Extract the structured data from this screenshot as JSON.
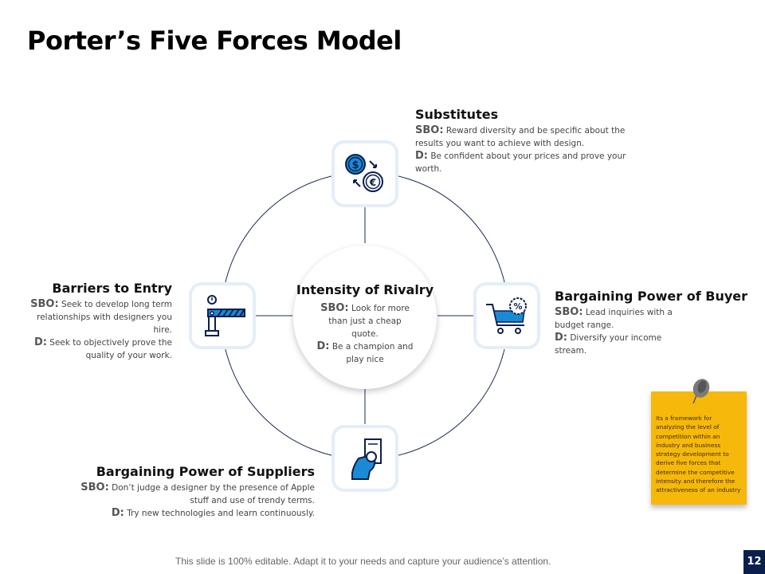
{
  "title": "Porter’s Five Forces Model",
  "colors": {
    "accent": "#1a8ad4",
    "navy": "#0b1f4d",
    "note": "#f7b80c"
  },
  "center": {
    "title": "Intensity of Rivalry",
    "sbo_label": "SBO:",
    "sbo_text": " Look for more than just a cheap quote.",
    "d_label": "D:",
    "d_text": " Be a champion and play nice"
  },
  "forces": {
    "substitutes": {
      "title": "Substitutes",
      "icon": "currency-exchange-icon",
      "sbo_label": "SBO:",
      "sbo_text": " Reward diversity and be specific about the results you want to achieve with design.",
      "d_label": "D:",
      "d_text": " Be confident about your prices and prove your worth."
    },
    "barriers": {
      "title": "Barriers to Entry",
      "icon": "barrier-gate-icon",
      "sbo_label": "SBO:",
      "sbo_text": " Seek to develop long term relationships with designers you hire.",
      "d_label": "D:",
      "d_text": " Seek to objectively prove the quality of your work."
    },
    "buyer": {
      "title": "Bargaining Power of Buyer",
      "icon": "discount-cart-icon",
      "sbo_label": "SBO:",
      "sbo_text": " Lead inquiries with a budget range.",
      "d_label": "D:",
      "d_text": " Diversify your income stream."
    },
    "suppliers": {
      "title": "Bargaining Power of Suppliers",
      "icon": "hand-card-icon",
      "sbo_label": "SBO:",
      "sbo_text": " Don’t judge a designer by the presence of Apple stuff and use of trendy terms.",
      "d_label": "D:",
      "d_text": " Try new technologies and learn continuously."
    }
  },
  "note": {
    "text": "Its a framework for analyzing the level of competition within an industry and business strategy development to derive five forces that determine the competitive intensity and therefore the attractiveness of an industry"
  },
  "footer": "This slide is 100% editable. Adapt it to your needs and capture your audience’s attention.",
  "page_number": "12"
}
